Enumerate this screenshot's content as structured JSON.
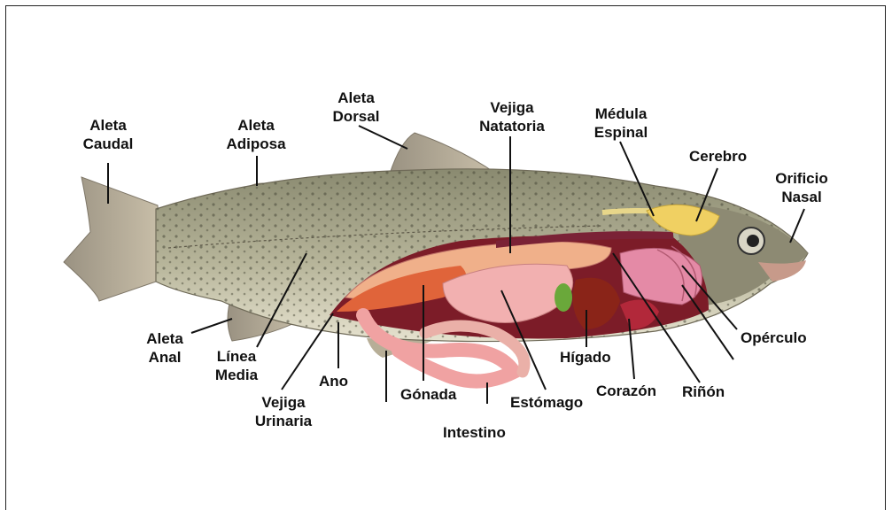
{
  "labels": {
    "aleta_caudal": [
      "Aleta",
      "Caudal"
    ],
    "aleta_adiposa": [
      "Aleta",
      "Adiposa"
    ],
    "aleta_dorsal": [
      "Aleta",
      "Dorsal"
    ],
    "vejiga_natatoria": [
      "Vejiga",
      "Natatoria"
    ],
    "medula_espinal": [
      "Médula",
      "Espinal"
    ],
    "cerebro": "Cerebro",
    "orificio_nasal": [
      "Orificio",
      "Nasal"
    ],
    "aleta_anal": [
      "Aleta",
      "Anal"
    ],
    "linea_media": [
      "Línea",
      "Media"
    ],
    "vejiga_urinaria": [
      "Vejiga",
      "Urinaria"
    ],
    "ano": "Ano",
    "gonada": "Gónada",
    "intestino": "Intestino",
    "estomago": "Estómago",
    "higado": "Hígado",
    "corazon": "Corazón",
    "rinon": "Riñón",
    "operculo": "Opérculo"
  }
}
